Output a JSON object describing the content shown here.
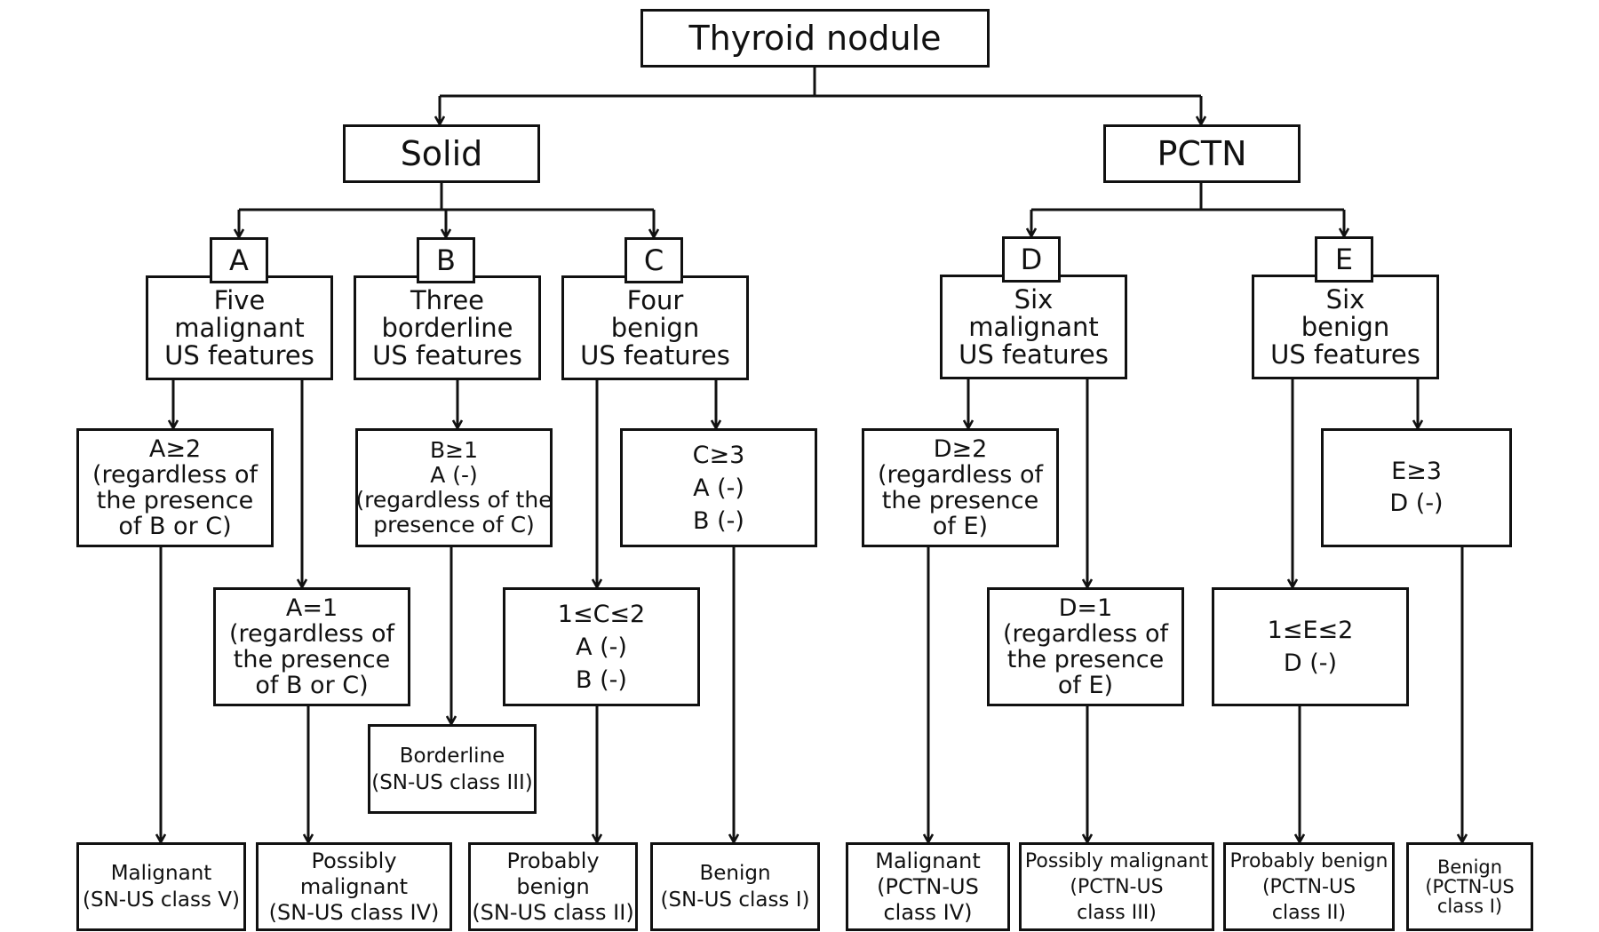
{
  "nodes": {
    "root": {
      "lines": [
        "Thyroid nodule"
      ]
    },
    "solid": {
      "lines": [
        "Solid"
      ]
    },
    "pctn": {
      "lines": [
        "PCTN"
      ]
    },
    "tagA": {
      "lines": [
        "A"
      ]
    },
    "tagB": {
      "lines": [
        "B"
      ]
    },
    "tagC": {
      "lines": [
        "C"
      ]
    },
    "tagD": {
      "lines": [
        "D"
      ]
    },
    "tagE": {
      "lines": [
        "E"
      ]
    },
    "featA": {
      "lines": [
        "Five",
        "malignant",
        "US features"
      ]
    },
    "featB": {
      "lines": [
        "Three",
        "borderline",
        "US features"
      ]
    },
    "featC": {
      "lines": [
        "Four",
        "benign",
        "US features"
      ]
    },
    "featD": {
      "lines": [
        "Six",
        "malignant",
        "US features"
      ]
    },
    "featE": {
      "lines": [
        "Six",
        "benign",
        "US features"
      ]
    },
    "condA2": {
      "lines": [
        "A≥2",
        "(regardless of",
        "the presence",
        "of B or C)"
      ]
    },
    "condA1": {
      "lines": [
        "A=1",
        "(regardless of",
        "the presence",
        "of B or C)"
      ]
    },
    "condB": {
      "lines": [
        "B≥1",
        "A (-)",
        "(regardless of the",
        "presence of C)"
      ]
    },
    "condC3": {
      "lines": [
        "C≥3",
        "A (-)",
        "B (-)"
      ]
    },
    "condC12": {
      "lines": [
        "1≤C≤2",
        "A (-)",
        "B (-)"
      ]
    },
    "condD2": {
      "lines": [
        "D≥2",
        "(regardless of",
        "the presence",
        "of E)"
      ]
    },
    "condD1": {
      "lines": [
        "D=1",
        "(regardless of",
        "the presence",
        "of E)"
      ]
    },
    "condE3": {
      "lines": [
        "E≥3",
        "D (-)"
      ]
    },
    "condE12": {
      "lines": [
        "1≤E≤2",
        "D (-)"
      ]
    },
    "borderline": {
      "lines": [
        "Borderline",
        "(SN-US class III)"
      ]
    },
    "out1": {
      "lines": [
        "Malignant",
        "(SN-US class V)"
      ]
    },
    "out2": {
      "lines": [
        "Possibly",
        "malignant",
        "(SN-US class IV)"
      ]
    },
    "out3": {
      "lines": [
        "Probably",
        "benign",
        "(SN-US class II)"
      ]
    },
    "out4": {
      "lines": [
        "Benign",
        "(SN-US class I)"
      ]
    },
    "out5": {
      "lines": [
        "Malignant",
        "(PCTN-US",
        "class IV)"
      ]
    },
    "out6": {
      "lines": [
        "Possibly malignant",
        "(PCTN-US",
        "class III)"
      ]
    },
    "out7": {
      "lines": [
        "Probably benign",
        "(PCTN-US",
        "class II)"
      ]
    },
    "out8": {
      "lines": [
        "Benign",
        "(PCTN-US",
        "class I)"
      ]
    }
  }
}
